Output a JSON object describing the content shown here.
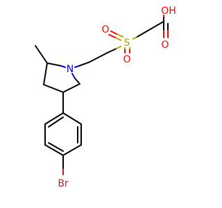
{
  "molecule": {
    "atoms": {
      "sulfur": "S",
      "sulfonyl_oxygen_left": "O",
      "sulfonyl_oxygen_bottom": "O",
      "hydroxyl": "OH",
      "carbonyl_oxygen": "O",
      "nitrogen": "N",
      "bromine": "Br"
    },
    "colors": {
      "carbon_bond": "#000000",
      "oxygen": "#ff0000",
      "sulfur": "#b3a000",
      "nitrogen": "#0000ff",
      "bromine": "#a52a2a"
    }
  }
}
